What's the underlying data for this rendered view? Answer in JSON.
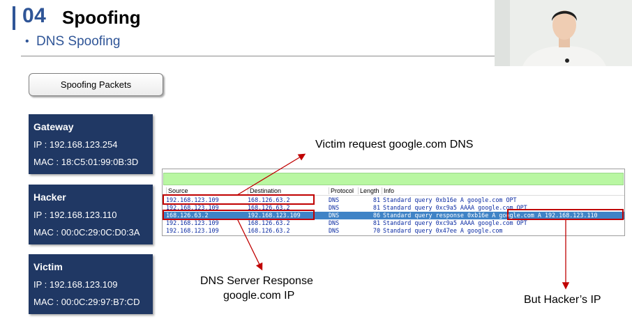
{
  "header": {
    "number": "04",
    "title": "Spoofing",
    "subtitle": "DNS Spoofing"
  },
  "spoofing_button": "Spoofing Packets",
  "hosts": [
    {
      "name": "Gateway",
      "ip": "IP : 192.168.123.254",
      "mac": "MAC : 18:C5:01:99:0B:3D"
    },
    {
      "name": "Hacker",
      "ip": "IP : 192.168.123.110",
      "mac": "MAC : 00:0C:29:0C:D0:3A"
    },
    {
      "name": "Victim",
      "ip": "IP : 192.168.123.109",
      "mac": "MAC : 00:0C:29:97:B7:CD"
    }
  ],
  "annotations": {
    "victim_request": "Victim request google.com DNS",
    "dns_response_line1": "DNS Server Response",
    "dns_response_line2": "google.com IP",
    "hacker_ip": "But Hacker’s IP"
  },
  "packet_table": {
    "columns": [
      "Source",
      "Destination",
      "Protocol",
      "Length",
      "Info"
    ],
    "rows": [
      {
        "source": "192.168.123.109",
        "destination": "168.126.63.2",
        "protocol": "DNS",
        "length": "81",
        "info": "Standard query 0xb16e A google.com OPT",
        "selected": false
      },
      {
        "source": "192.168.123.109",
        "destination": "168.126.63.2",
        "protocol": "DNS",
        "length": "81",
        "info": "Standard query 0xc9a5 AAAA google.com OPT",
        "selected": false
      },
      {
        "source": "168.126.63.2",
        "destination": "192.168.123.109",
        "protocol": "DNS",
        "length": "86",
        "info": "Standard query response 0xb16e A google.com A 192.168.123.110",
        "selected": true
      },
      {
        "source": "192.168.123.109",
        "destination": "168.126.63.2",
        "protocol": "DNS",
        "length": "81",
        "info": "Standard query 0xc9a5 AAAA google.com OPT",
        "selected": false
      },
      {
        "source": "192.168.123.109",
        "destination": "168.126.63.2",
        "protocol": "DNS",
        "length": "70",
        "info": "Standard query 0x47ee A google.com",
        "selected": false
      }
    ]
  },
  "colors": {
    "accent": "#2f5597",
    "card": "#203864",
    "highlight": "#c00000",
    "selected_row": "#3f83c6"
  }
}
